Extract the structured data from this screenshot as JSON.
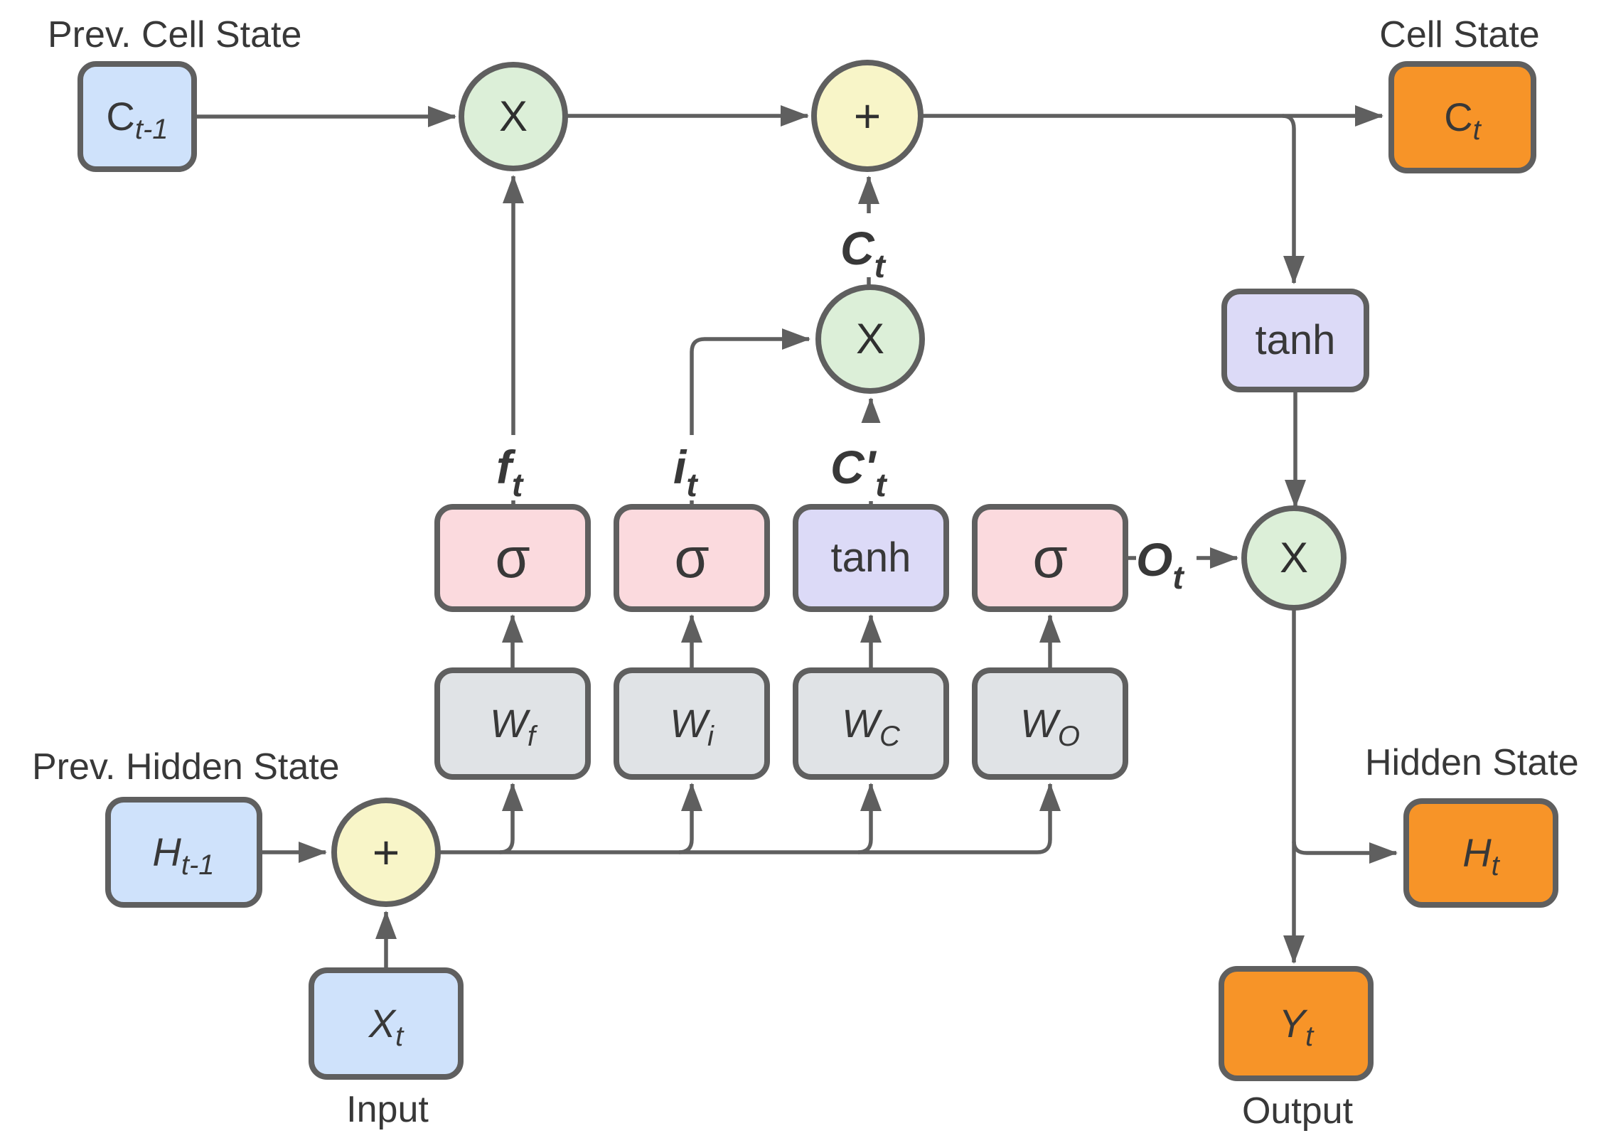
{
  "palette": {
    "blue": "#cfe2fb",
    "green": "#dcefd8",
    "yellow": "#f8f5c8",
    "pink": "#fbdade",
    "lavender": "#dcdaf7",
    "gray": "#e0e3e6",
    "orange": "#f79428",
    "red": "#e80000",
    "line": "#5f5f5f",
    "text": "#383838"
  },
  "titles": {
    "prev_cell": "Prev. Cell State",
    "cell": "Cell State",
    "prev_hidden": "Prev. Hidden State",
    "hidden": "Hidden State",
    "input": "Input",
    "output": "Output"
  },
  "nodes": {
    "c_prev": {
      "main": "C",
      "sub": "t-1"
    },
    "h_prev": {
      "main": "H",
      "sub": "t-1"
    },
    "x_in": {
      "main": "X",
      "sub": "t"
    },
    "sigma_f": {
      "main": "σ"
    },
    "sigma_i": {
      "main": "σ"
    },
    "tanh_gate": {
      "main": "tanh"
    },
    "sigma_o": {
      "main": "σ"
    },
    "w_f": {
      "main": "W",
      "sub": "f"
    },
    "w_i": {
      "main": "W",
      "sub": "i"
    },
    "w_c": {
      "main": "W",
      "sub": "C"
    },
    "w_o": {
      "main": "W",
      "sub": "O"
    },
    "tanh_out": {
      "main": "tanh"
    },
    "c_out": {
      "main": "C",
      "sub": "t"
    },
    "h_out": {
      "main": "H",
      "sub": "t"
    },
    "y_out": {
      "main": "Y",
      "sub": "t"
    }
  },
  "operators": {
    "mul1": "X",
    "add1": "+",
    "mul2": "X",
    "mul3": "X",
    "add2": "+"
  },
  "signals": {
    "f": {
      "main": "f",
      "sub": "t"
    },
    "i": {
      "main": "i",
      "sub": "t"
    },
    "c_cand": {
      "main": "C'",
      "sub": "t"
    },
    "c_new": {
      "main": "C",
      "sub": "t"
    },
    "o": {
      "main": "O",
      "sub": "t"
    }
  }
}
